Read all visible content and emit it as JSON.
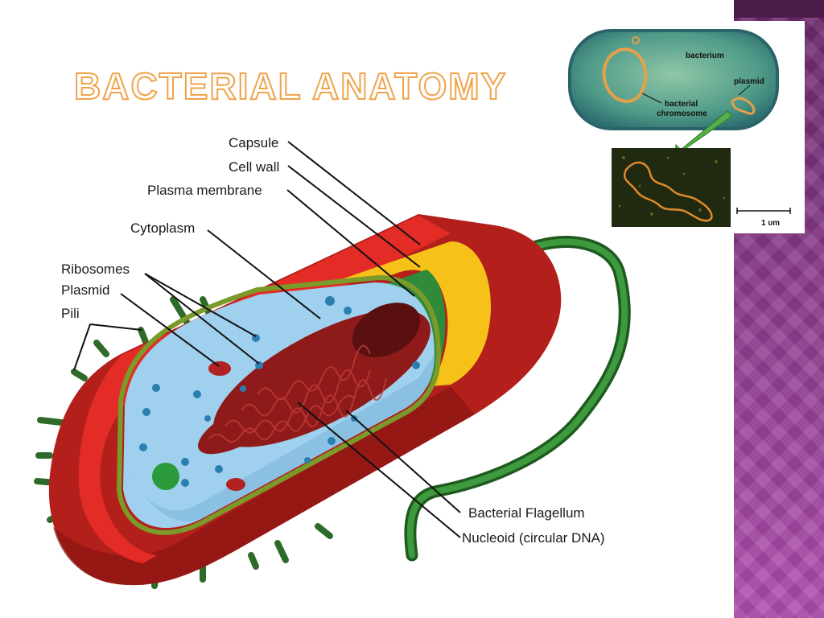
{
  "slide": {
    "title": "Bacterial Anatomy"
  },
  "diagram": {
    "labels": {
      "capsule": "Capsule",
      "cell_wall": "Cell wall",
      "plasma_membrane": "Plasma membrane",
      "cytoplasm": "Cytoplasm",
      "ribosomes": "Ribosomes",
      "plasmid": "Plasmid",
      "pili": "Pili",
      "flagellum": "Bacterial Flagellum",
      "nucleoid": "Nucleoid (circular DNA)"
    }
  },
  "inset": {
    "bacterium": "bacterium",
    "plasmid": "plasmid",
    "chromosome_line1": "bacterial",
    "chromosome_line2": "chromosome",
    "scale": "1 υm"
  },
  "colors": {
    "capsule": "#b3201c",
    "cell_wall": "#e42c26",
    "membrane_yellow": "#f6c21a",
    "membrane_green": "#2f8a3a",
    "cytoplasm": "#9fd0ee",
    "nucleoid": "#8e1a1a",
    "flagellum": "#2d6a2d",
    "title_stroke": "#f0a34a",
    "side_band": "#8c3c8c"
  }
}
